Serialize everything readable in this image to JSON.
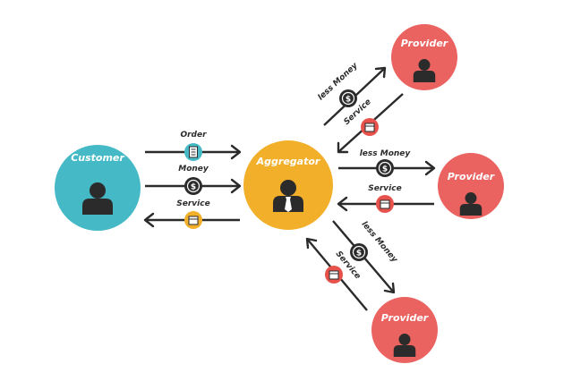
{
  "colors": {
    "customer": "#45b9c5",
    "aggregator": "#f2b02a",
    "provider": "#ea6360",
    "dark": "#2b2b2b",
    "service_badge": "#e8524c",
    "order_badge": "#45b9c5",
    "money_badge": "#2b2b2b",
    "service_badge_left": "#f2b02a"
  },
  "nodes": {
    "customer": "Customer",
    "aggregator": "Aggregator",
    "provider_top": "Provider",
    "provider_mid": "Provider",
    "provider_bottom": "Provider"
  },
  "edges": {
    "order": "Order",
    "money": "Money",
    "service_left": "Service",
    "less_money_top": "less Money",
    "service_top": "Service",
    "less_money_mid": "less Money",
    "service_mid": "Service",
    "less_money_bottom": "less Money",
    "service_bottom": "Service"
  },
  "icons": {
    "person": "person-icon",
    "money": "dollar-icon",
    "order": "document-icon",
    "service": "box-icon"
  }
}
